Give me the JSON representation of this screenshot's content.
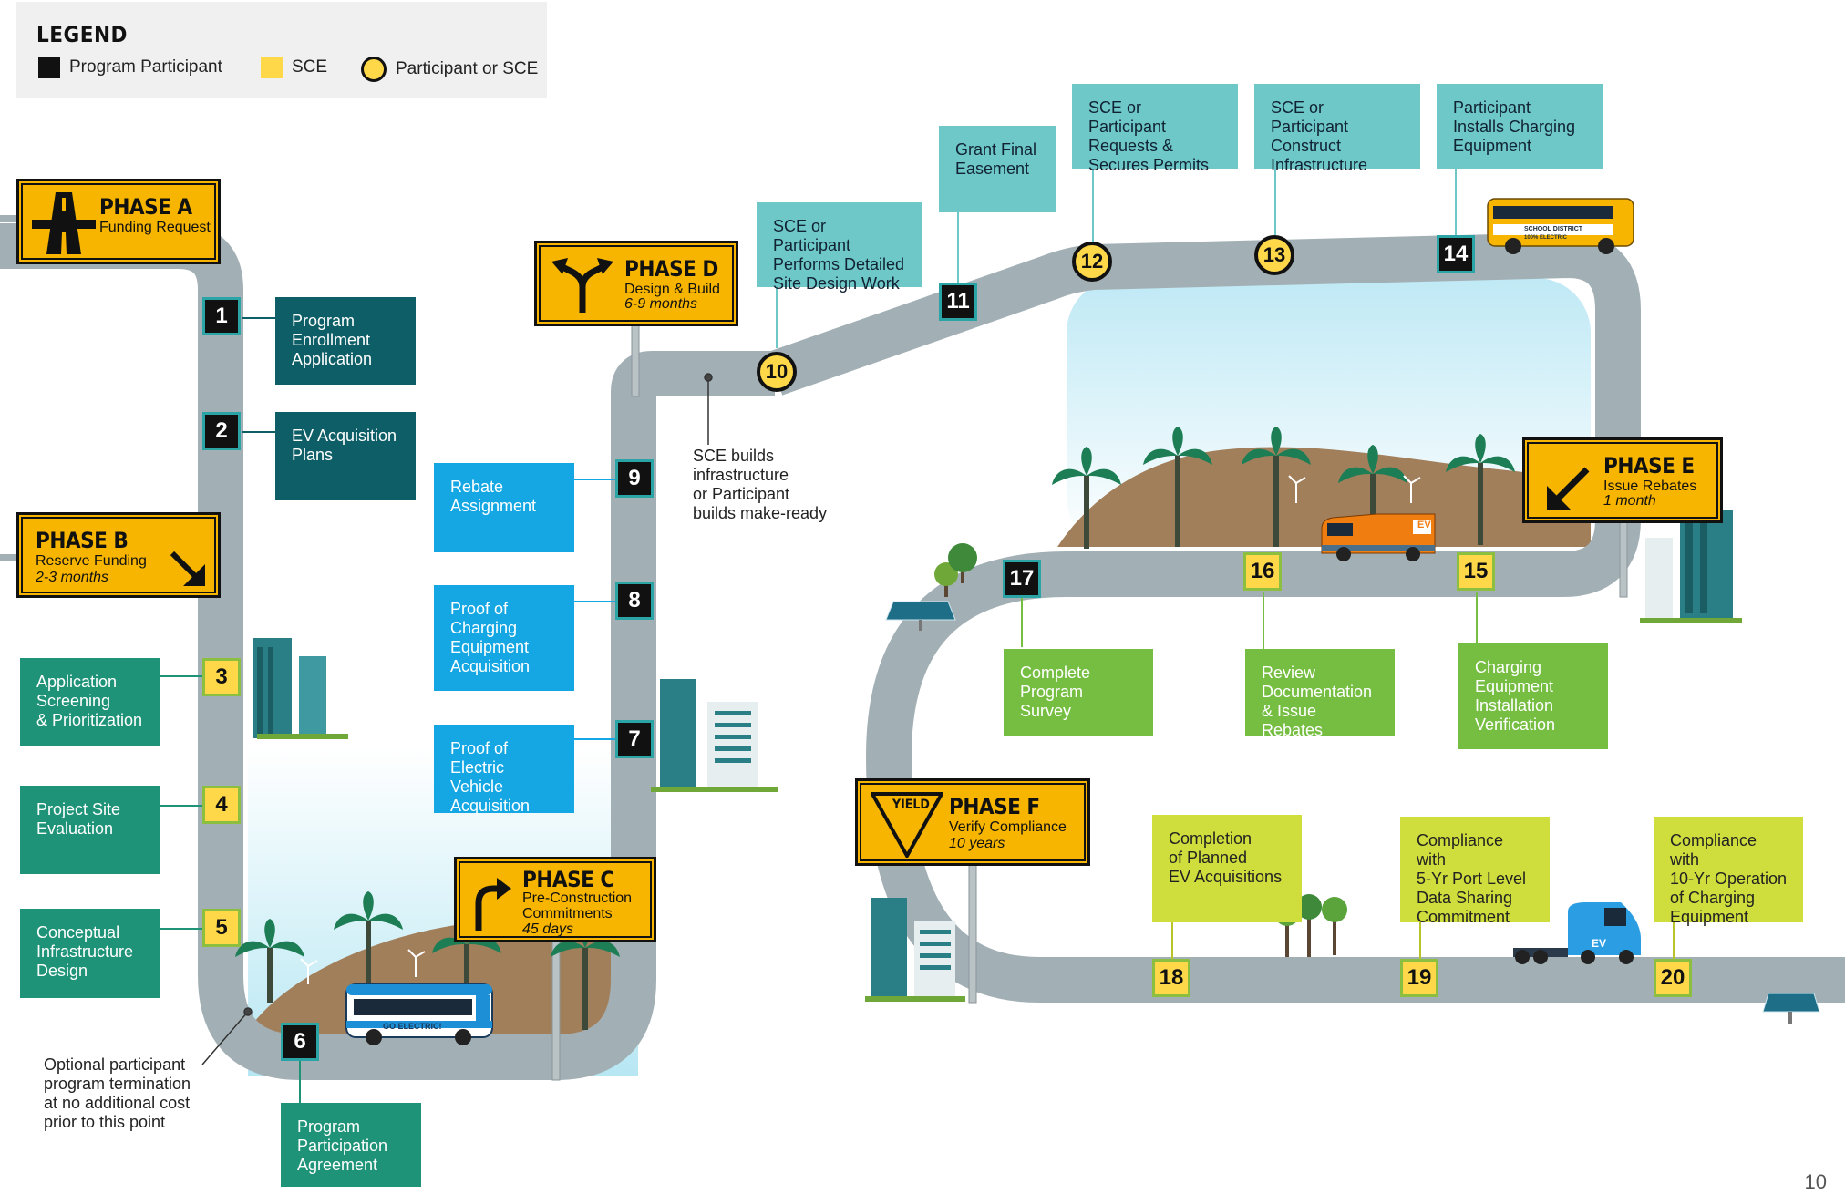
{
  "legend": {
    "title": "LEGEND",
    "items": [
      {
        "label": "Program Participant",
        "color": "#111111",
        "shape": "square"
      },
      {
        "label": "SCE",
        "color": "#ffd84a",
        "shape": "square"
      },
      {
        "label": "Participant or SCE",
        "color": "#ffd84a",
        "shape": "circle-outlined"
      }
    ]
  },
  "phases": [
    {
      "id": "A",
      "title": "PHASE A",
      "subtitle": "Funding Request",
      "duration": "",
      "icon": "highway-icon"
    },
    {
      "id": "B",
      "title": "PHASE B",
      "subtitle": "Reserve Funding",
      "duration": "2-3 months",
      "icon": "arrow-down-right-icon"
    },
    {
      "id": "C",
      "title": "PHASE C",
      "subtitle": "Pre-Construction Commitments",
      "duration": "45 days",
      "icon": "turn-right-arrow-icon"
    },
    {
      "id": "D",
      "title": "PHASE D",
      "subtitle": "Design & Build",
      "duration": "6-9 months",
      "icon": "fork-arrow-icon"
    },
    {
      "id": "E",
      "title": "PHASE E",
      "subtitle": "Issue Rebates",
      "duration": "1 month",
      "icon": "arrow-down-left-icon"
    },
    {
      "id": "F",
      "title": "PHASE F",
      "subtitle": "Verify Compliance",
      "duration": "10 years",
      "icon": "yield-sign-icon",
      "badge": "YIELD"
    }
  ],
  "steps": [
    {
      "n": "1",
      "label": "Program\nEnrollment\nApplication",
      "owner": "Program Participant"
    },
    {
      "n": "2",
      "label": "EV Acquisition\nPlans",
      "owner": "Program Participant"
    },
    {
      "n": "3",
      "label": "Application\nScreening\n& Prioritization",
      "owner": "SCE"
    },
    {
      "n": "4",
      "label": "Project Site\nEvaluation",
      "owner": "SCE"
    },
    {
      "n": "5",
      "label": "Conceptual\nInfrastructure\nDesign",
      "owner": "SCE"
    },
    {
      "n": "6",
      "label": "Program\nParticipation\nAgreement",
      "owner": "Program Participant"
    },
    {
      "n": "7",
      "label": "Proof of\nElectric Vehicle\nAcquisition",
      "owner": "Program Participant"
    },
    {
      "n": "8",
      "label": "Proof of\nCharging\nEquipment\nAcquisition",
      "owner": "Program Participant"
    },
    {
      "n": "9",
      "label": "Rebate\nAssignment",
      "owner": "Program Participant"
    },
    {
      "n": "10",
      "label": "SCE or Participant\nPerforms Detailed\nSite Design Work",
      "owner": "Participant or SCE"
    },
    {
      "n": "11",
      "label": "Grant Final\nEasement",
      "owner": "Program Participant"
    },
    {
      "n": "12",
      "label": "SCE or Participant\nRequests &\nSecures Permits",
      "owner": "Participant or SCE"
    },
    {
      "n": "13",
      "label": "SCE or Participant\nConstruct\nInfrastructure",
      "owner": "Participant or SCE"
    },
    {
      "n": "14",
      "label": "Participant\nInstalls Charging\nEquipment",
      "owner": "Program Participant"
    },
    {
      "n": "15",
      "label": "Charging\nEquipment\nInstallation\nVerification",
      "owner": "SCE"
    },
    {
      "n": "16",
      "label": "Review\nDocumentation\n& Issue Rebates",
      "owner": "SCE"
    },
    {
      "n": "17",
      "label": "Complete\nProgram Survey",
      "owner": "Program Participant"
    },
    {
      "n": "18",
      "label": "Completion\nof Planned\nEV Acquisitions",
      "owner": "SCE"
    },
    {
      "n": "19",
      "label": "Compliance with\n5-Yr Port Level\nData Sharing\nCommitment",
      "owner": "SCE"
    },
    {
      "n": "20",
      "label": "Compliance with\n10-Yr Operation\nof Charging\nEquipment",
      "owner": "SCE"
    }
  ],
  "notes": {
    "sce_builds": "SCE builds\ninfrastructure\nor Participant\nbuilds make-ready",
    "termination": "Optional participant\nprogram termination\nat no additional cost\nprior to this point"
  },
  "vehicle_labels": {
    "bus": "GO ELECTRIC!",
    "school_bus": "SCHOOL DISTRICT",
    "school_bus_sub": "100% ELECTRIC",
    "van": "EV",
    "truck": "EV"
  },
  "page_number": "10",
  "colors": {
    "road": "#a2b0b5",
    "phase_sign": "#f7b500",
    "participant": "#111111",
    "sce": "#ffd84a",
    "box_dark_teal": "#0d5e66",
    "box_green": "#1f9378",
    "box_blue": "#14a7e3",
    "box_light_teal": "#6dc8c7",
    "box_lime": "#76be42",
    "box_yellow_green": "#cfde3c"
  }
}
